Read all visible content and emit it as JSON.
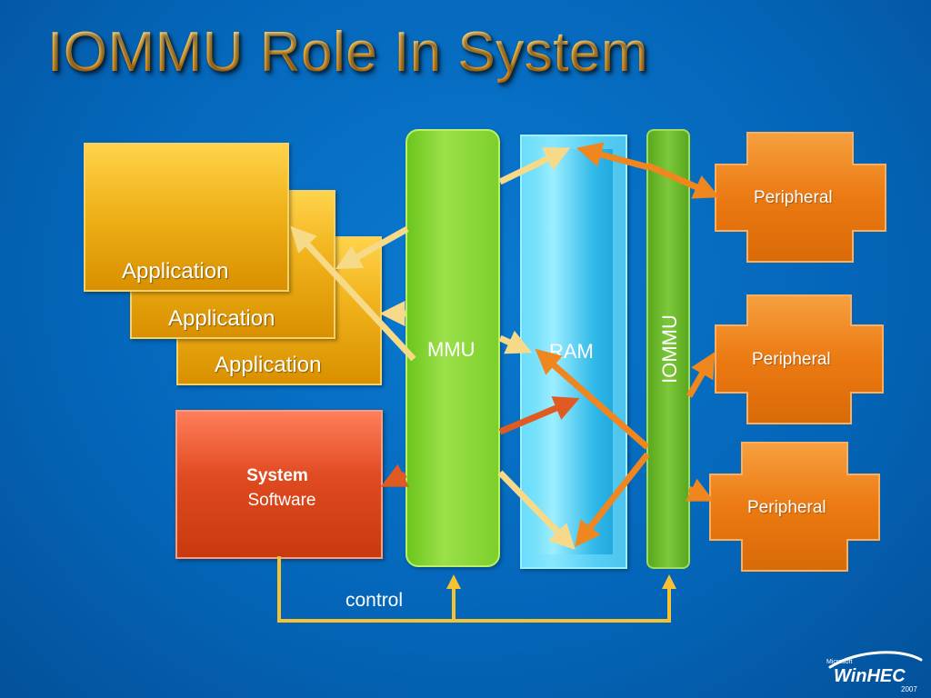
{
  "slide": {
    "title": "IOMMU Role In System",
    "applications": [
      "Application",
      "Application",
      "Application"
    ],
    "system_software": {
      "line1": "System",
      "line2": "Software"
    },
    "mmu_label": "MMU",
    "ram_label": "RAM",
    "iommu_label": "IOMMU",
    "peripherals": [
      "Peripheral",
      "Peripheral",
      "Peripheral"
    ],
    "control_label": "control",
    "logo": {
      "brand": "WinHEC",
      "maker": "Microsoft",
      "year": "2007"
    }
  },
  "colors": {
    "background": "#0465b8",
    "title": "#f6b33a",
    "application": "#f0b21a",
    "system_software": "#e04a20",
    "mmu": "#8cd83a",
    "ram": "#4cc8f0",
    "iommu": "#6cb82c",
    "peripheral": "#f08a1a",
    "control_line": "#f6c232",
    "arrow_light": "#f7d98a",
    "arrow_orange": "#f0861e"
  }
}
